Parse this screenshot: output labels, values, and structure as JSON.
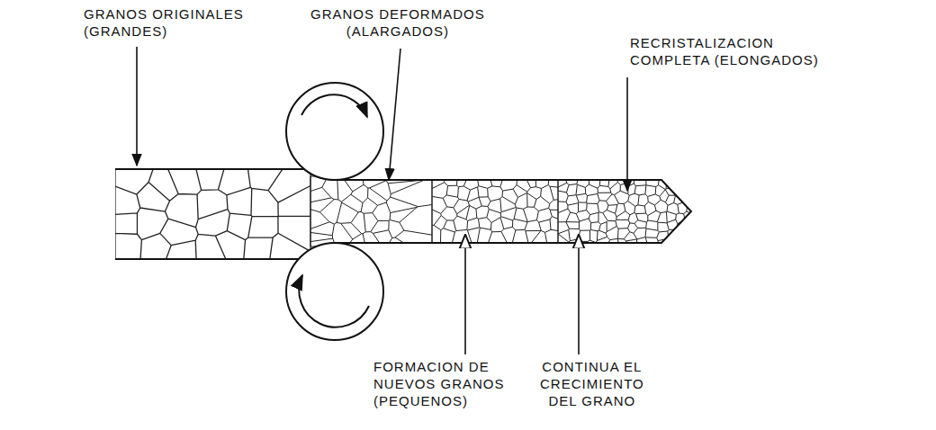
{
  "diagram": {
    "labels": [
      "GRANOS ORIGINALES (GRANDES)",
      "GRANOS DEFORMADOS (ALARGADOS)",
      "RECRISTALIZACION COMPLETA (ELONGADOS)",
      "FORMACION DE NUEVOS GRANOS (PEQUENOS)",
      "CONTINUA EL CRECIMIENTO DEL GRANO"
    ]
  }
}
